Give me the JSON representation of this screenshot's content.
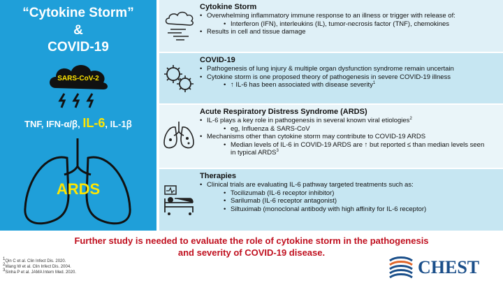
{
  "left": {
    "title_line1": "“Cytokine Storm”",
    "title_line2": "&",
    "title_line3": "COVID-19",
    "cloud_label": "SARS-CoV-2",
    "cytokines_pre": "TNF, IFN-α/ꞵ, ",
    "cytokines_il6": "IL-6",
    "cytokines_post": ", IL-1ꞵ",
    "ards": "ARDS"
  },
  "panels": [
    {
      "heading": "Cytokine Storm",
      "icon": "storm-cloud-icon",
      "lines": [
        {
          "level": 1,
          "text": "Overwhelming inflammatory immune response to an illness or trigger with release of:"
        },
        {
          "level": 2,
          "text": "Interferon (IFN), interleukins (IL), tumor-necrosis factor (TNF), chemokines"
        },
        {
          "level": 1,
          "text": "Results in cell and tissue damage"
        }
      ]
    },
    {
      "heading": "COVID-19",
      "icon": "virus-icon",
      "lines": [
        {
          "level": 1,
          "text": "Pathogenesis of lung injury & multiple organ dysfunction syndrome remain uncertain"
        },
        {
          "level": 1,
          "text": "Cytokine storm is one proposed theory of pathogenesis in severe COVID-19 illness"
        },
        {
          "level": 2,
          "text": "↑ IL-6 has been associated with disease severity",
          "sup": "1"
        }
      ]
    },
    {
      "heading": "Acute Respiratory Distress Syndrome (ARDS)",
      "icon": "lungs-icon",
      "lines": [
        {
          "level": 1,
          "text": "IL-6 plays a key role in pathogenesis in several known viral etiologies",
          "sup": "2"
        },
        {
          "level": 2,
          "text": "eg, Influenza & SARS-CoV"
        },
        {
          "level": 1,
          "text": "Mechanisms other than cytokine storm may contribute to COVID-19 ARDS"
        },
        {
          "level": 2,
          "text": "Median levels of IL-6 in COVID-19 ARDS are ↑ but reported ≤ than median levels seen in typical ARDS",
          "sup": "3"
        }
      ]
    },
    {
      "heading": "Therapies",
      "icon": "hospital-bed-icon",
      "lines": [
        {
          "level": 1,
          "text": "Clinical trials are evaluating IL-6 pathway targeted treatments such as:"
        },
        {
          "level": 2,
          "text": "Tocilizumab (IL-6 receptor inhibitor)"
        },
        {
          "level": 2,
          "text": "Sarilumab (IL-6 receptor antagonist)"
        },
        {
          "level": 2,
          "text": "Siltuximab (monoclonal antibody with high affinity for IL-6 receptor)"
        }
      ]
    }
  ],
  "conclusion_line1": "Further study is needed to evaluate the role of cytokine storm in the pathogenesis",
  "conclusion_line2": "and severity of COVID-19 disease.",
  "references": [
    {
      "num": "1",
      "text": "Qin C et al. Clin Infect Dis. 2020."
    },
    {
      "num": "2",
      "text": "Wang W et al. Clin Infect Dis. 2004."
    },
    {
      "num": "3",
      "text": "Sinha P et al. JAMA Intern Med. 2020."
    }
  ],
  "logo_text": "CHEST",
  "colors": {
    "blue": "#1f9fd9",
    "yellow": "#ffe600",
    "red": "#c0101f",
    "navy": "#1b4f8a"
  }
}
